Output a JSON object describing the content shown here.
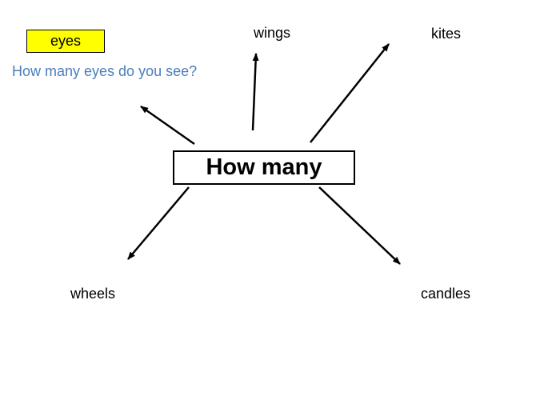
{
  "center": {
    "label": "How many"
  },
  "highlight": {
    "label": "eyes",
    "color": "#ffff00"
  },
  "question": {
    "text": "How many eyes do you see?",
    "color": "#4a7ebb"
  },
  "branches": [
    {
      "id": "wings",
      "label": "wings"
    },
    {
      "id": "kites",
      "label": "kites"
    },
    {
      "id": "wheels",
      "label": "wheels"
    },
    {
      "id": "candles",
      "label": "candles"
    }
  ]
}
